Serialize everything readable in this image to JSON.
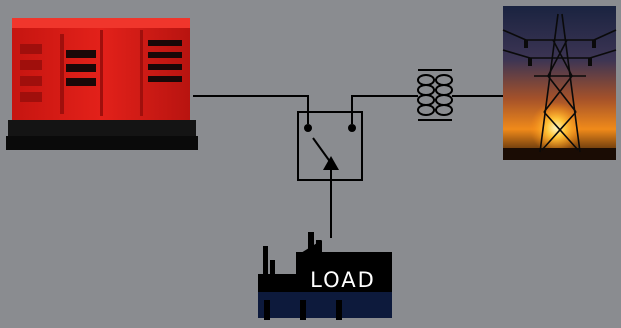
{
  "diagram": {
    "load_label": "LOAD",
    "nodes": [
      {
        "id": "generator",
        "kind": "diesel-generator",
        "icon": "generator-icon"
      },
      {
        "id": "transfer-switch",
        "kind": "transfer-switch",
        "icon": "switch-icon"
      },
      {
        "id": "transformer",
        "kind": "transformer-coil",
        "icon": "transformer-icon"
      },
      {
        "id": "utility-grid",
        "kind": "power-transmission-tower",
        "icon": "power-tower-icon"
      },
      {
        "id": "load",
        "kind": "factory-load",
        "icon": "factory-icon"
      }
    ],
    "connections": [
      {
        "from": "generator",
        "to": "transfer-switch"
      },
      {
        "from": "transfer-switch",
        "to": "transformer"
      },
      {
        "from": "transformer",
        "to": "utility-grid"
      },
      {
        "from": "load",
        "to": "transfer-switch"
      }
    ],
    "colors": {
      "background": "#8a8c90",
      "generator": "#e01a14",
      "line": "#000000",
      "load_base": "#0d1a3c",
      "load_label": "#ffffff"
    }
  }
}
